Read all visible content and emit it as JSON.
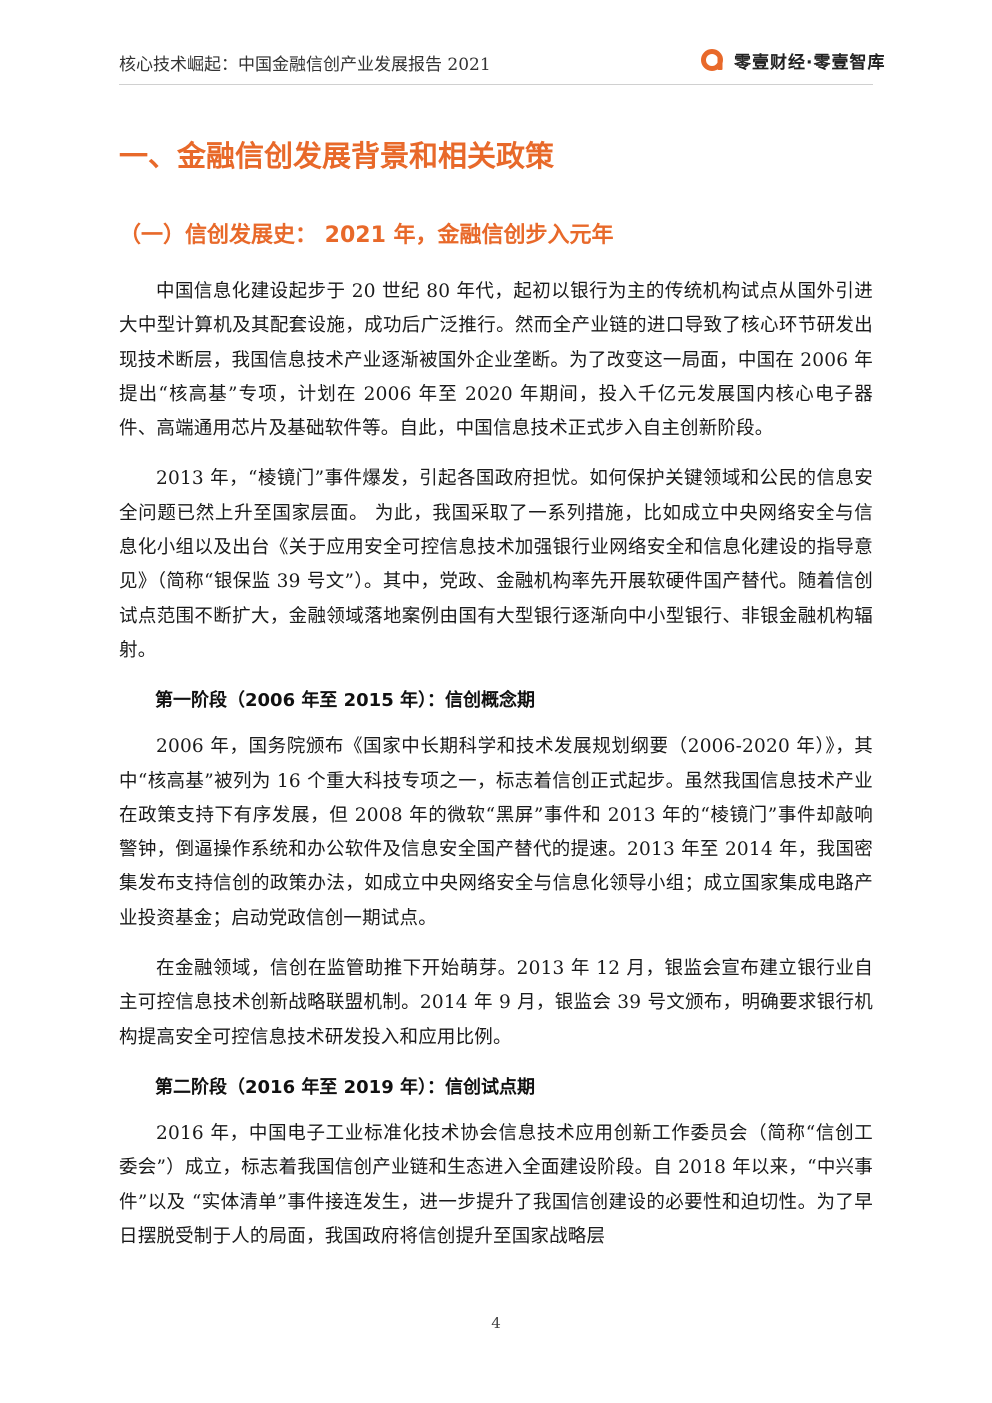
{
  "header": {
    "title": "核心技术崛起：中国金融信创产业发展报告 2021",
    "logo_text": "零壹财经·零壹智库",
    "logo_color": "#e8692a"
  },
  "section_title": "一、金融信创发展背景和相关政策",
  "subsection_title": "（一）信创发展史： 2021 年，金融信创步入元年",
  "paragraphs": {
    "p1": "中国信息化建设起步于 20 世纪 80 年代，起初以银行为主的传统机构试点从国外引进大中型计算机及其配套设施，成功后广泛推行。然而全产业链的进口导致了核心环节研发出现技术断层，我国信息技术产业逐渐被国外企业垄断。为了改变这一局面，中国在 2006 年提出“核高基”专项，计划在 2006 年至 2020 年期间，投入千亿元发展国内核心电子器件、高端通用芯片及基础软件等。自此，中国信息技术正式步入自主创新阶段。",
    "p2": "2013 年，“棱镜门”事件爆发，引起各国政府担忧。如何保护关键领域和公民的信息安全问题已然上升至国家层面。 为此，我国采取了一系列措施，比如成立中央网络安全与信息化小组以及出台《关于应用安全可控信息技术加强银行业网络安全和信息化建设的指导意见》（简称“银保监 39 号文”）。其中，党政、金融机构率先开展软硬件国产替代。随着信创试点范围不断扩大，金融领域落地案例由国有大型银行逐渐向中小型银行、非银金融机构辐射。",
    "stage1": "第一阶段（2006 年至 2015 年）：信创概念期",
    "p3": "2006 年，国务院颁布《国家中长期科学和技术发展规划纲要（2006-2020 年）》，其中“核高基”被列为 16 个重大科技专项之一，标志着信创正式起步。虽然我国信息技术产业在政策支持下有序发展，但 2008 年的微软“黑屏”事件和 2013 年的“棱镜门”事件却敲响警钟，倒逼操作系统和办公软件及信息安全国产替代的提速。2013 年至 2014 年，我国密集发布支持信创的政策办法，如成立中央网络安全与信息化领导小组；成立国家集成电路产业投资基金；启动党政信创一期试点。",
    "p4": "在金融领域，信创在监管助推下开始萌芽。2013 年 12 月，银监会宣布建立银行业自主可控信息技术创新战略联盟机制。2014 年 9 月，银监会 39 号文颁布，明确要求银行机构提高安全可控信息技术研发投入和应用比例。",
    "stage2": "第二阶段（2016 年至 2019 年）：信创试点期",
    "p5": "2016 年，中国电子工业标准化技术协会信息技术应用创新工作委员会（简称“信创工委会”）成立，标志着我国信创产业链和生态进入全面建设阶段。自 2018 年以来，“中兴事件”以及 “实体清单”事件接连发生，进一步提升了我国信创建设的必要性和迫切性。为了早日摆脱受制于人的局面，我国政府将信创提升至国家战略层"
  },
  "page_number": "4"
}
